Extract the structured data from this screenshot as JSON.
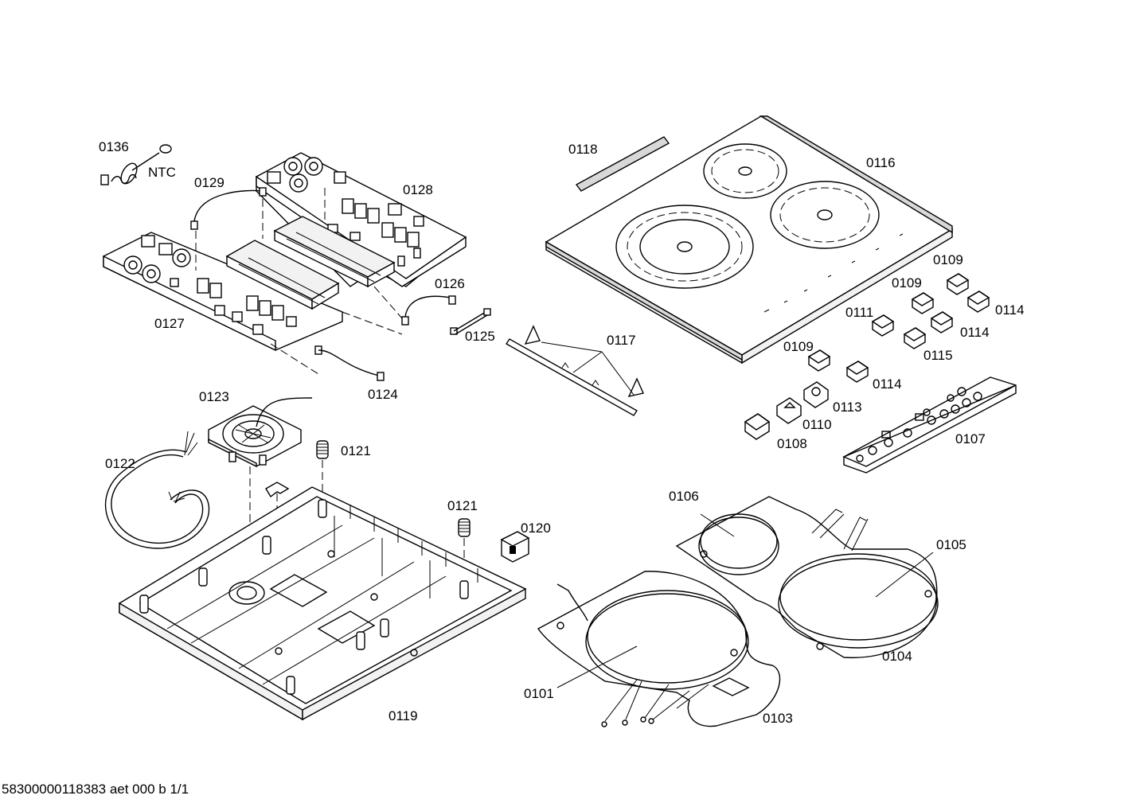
{
  "footer_text": "58300000118383 aet 000 b 1/1",
  "labels": {
    "l0136": "0136",
    "ntc": "NTC",
    "l0129": "0129",
    "l0128": "0128",
    "l0127": "0127",
    "l0126": "0126",
    "l0125": "0125",
    "l0124": "0124",
    "l0118": "0118",
    "l0116": "0116",
    "l0117": "0117",
    "l0109a": "0109",
    "l0109b": "0109",
    "l0109c": "0109",
    "l0111": "0111",
    "l0114a": "0114",
    "l0114b": "0114",
    "l0114c": "0114",
    "l0115": "0115",
    "l0113": "0113",
    "l0110": "0110",
    "l0108": "0108",
    "l0107": "0107",
    "l0123": "0123",
    "l0121a": "0121",
    "l0121b": "0121",
    "l0122": "0122",
    "l0120": "0120",
    "l0119": "0119",
    "l0106": "0106",
    "l0105": "0105",
    "l0104": "0104",
    "l0103": "0103",
    "l0101": "0101"
  }
}
